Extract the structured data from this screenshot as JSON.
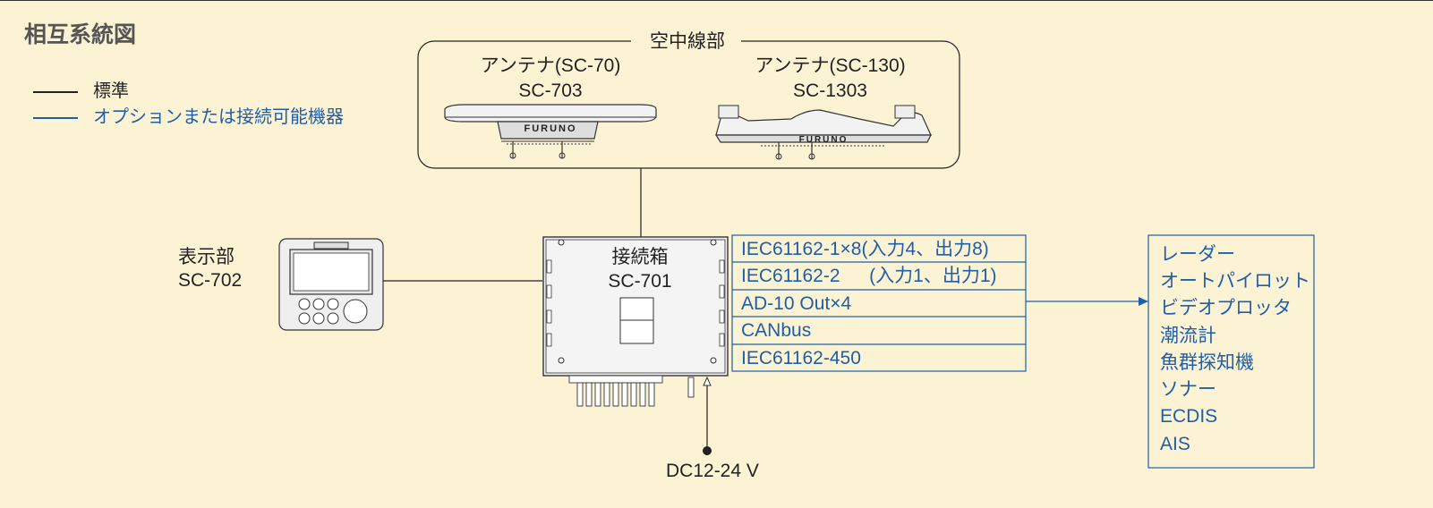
{
  "title": "相互系統図",
  "legend": {
    "standard": "標準",
    "optional": "オプションまたは接続可能機器"
  },
  "antenna_group": {
    "label": "空中線部",
    "antenna1": {
      "line1": "アンテナ(SC-70)",
      "line2": "SC-703",
      "brand": "FURUNO"
    },
    "antenna2": {
      "line1": "アンテナ(SC-130)",
      "line2": "SC-1303",
      "brand": "FURUNO"
    }
  },
  "display_unit": {
    "line1": "表示部",
    "line2": "SC-702"
  },
  "junction_box": {
    "line1": "接続箱",
    "line2": "SC-701"
  },
  "ports": [
    "IEC61162-1×8(入力4、出力8)",
    "IEC61162-2　  (入力1、出力1)",
    "AD-10 Out×4",
    "CANbus",
    "IEC61162-450"
  ],
  "devices": [
    "レーダー",
    "オートパイロット",
    "ビデオプロッタ",
    "潮流計",
    "魚群探知機",
    "ソナー",
    "ECDIS",
    "AIS"
  ],
  "power": "DC12-24 V",
  "colors": {
    "background": "#fcf3d4",
    "standard_line": "#222222",
    "optional_line": "#1f5ea8"
  }
}
